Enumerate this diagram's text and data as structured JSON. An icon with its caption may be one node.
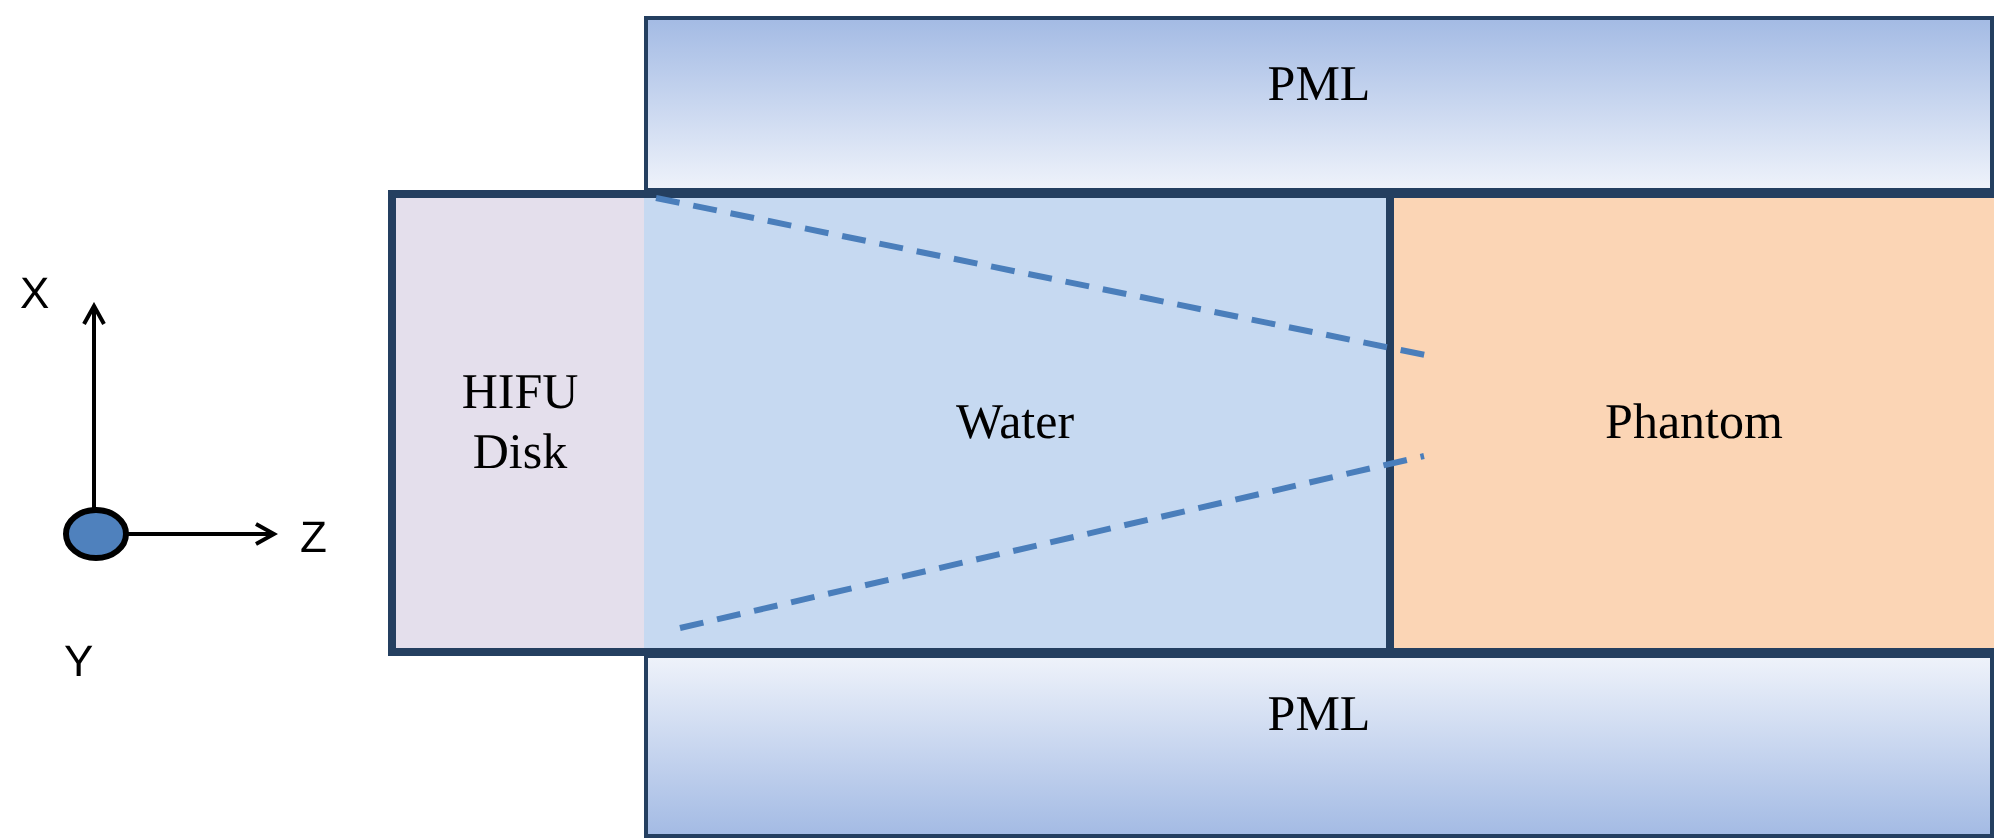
{
  "diagram": {
    "nodes": [
      {
        "text": [
          "PML"
        ]
      },
      {
        "text": [
          "HIFU Disk"
        ]
      },
      {
        "text": [
          "Water"
        ]
      },
      {
        "text": [
          "Phantom"
        ]
      },
      {
        "text": [
          "PML"
        ]
      }
    ],
    "labels": [
      "X",
      "Z",
      "Y"
    ]
  }
}
